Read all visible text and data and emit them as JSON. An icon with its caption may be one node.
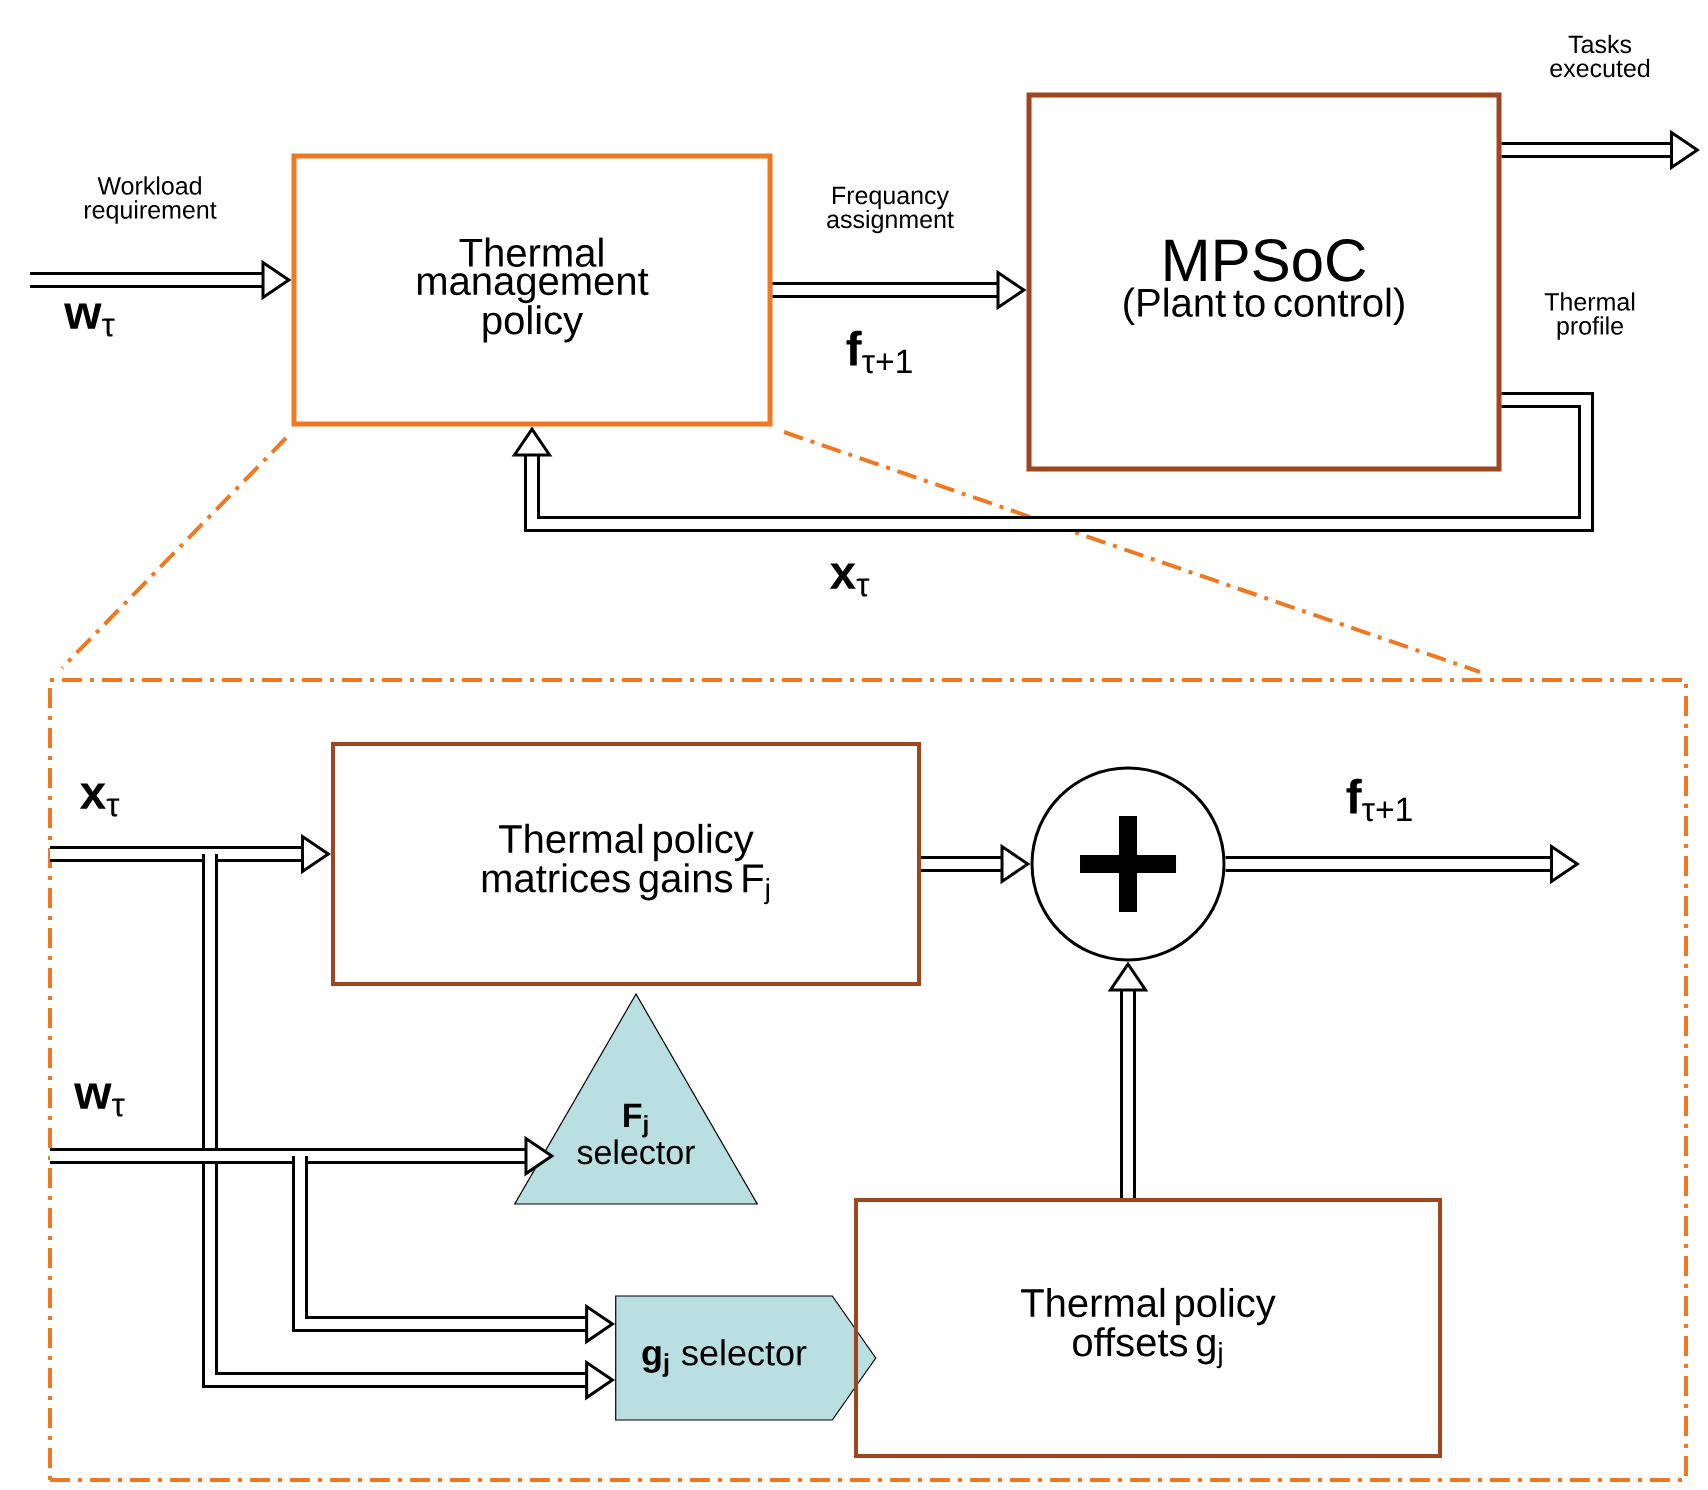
{
  "diagram": {
    "nodes": [
      {
        "text": [
          "Thermal management policy"
        ]
      },
      {
        "text": [
          "MPSoC",
          "(Plant to control)"
        ],
        "beside": [
          "Thermal profile"
        ]
      },
      {
        "text": [],
        "shape": "box"
      },
      {
        "text": [
          "Thermal policy matrices gains F$_{j}$"
        ],
        "in": 2
      },
      {
        "text": [],
        "shape": "circle",
        "in": 2
      },
      {
        "text": [
          "**F$_{j}$** selector"
        ],
        "in": 2
      },
      {
        "text": [
          "**g$_{j}$** selector"
        ],
        "in": 2
      },
      {
        "text": [
          "Thermal policy offsets g$_{j}$"
        ],
        "in": 2
      }
    ],
    "edges": [
      {
        "from": null,
        "to": 0,
        "arrow": "to",
        "label": "Workload requirement"
      },
      {
        "from": 0,
        "to": 1,
        "arrow": "to",
        "label": "Frequancy assignment"
      },
      {
        "from": 1,
        "to": null,
        "arrow": "to",
        "label": "Tasks executed"
      },
      {
        "from": 1,
        "to": 0,
        "arrow": "to",
        "label": "**x**$_{τ}$"
      },
      {
        "from": null,
        "to": 3,
        "arrow": "to",
        "label": "**x**$_{τ}$"
      },
      {
        "from": null,
        "to": 6,
        "arrow": "to"
      },
      {
        "from": null,
        "to": 5,
        "arrow": "to",
        "label": "**w**$_{τ}$"
      },
      {
        "from": null,
        "to": 6,
        "arrow": "to"
      },
      {
        "from": 3,
        "to": 4,
        "arrow": "to"
      },
      {
        "from": 4,
        "to": null,
        "arrow": "to",
        "label": "**f**$_{τ+1}$"
      },
      {
        "from": 7,
        "to": 4,
        "arrow": "to"
      }
    ],
    "labels": [
      "**w**$_{τ}$",
      "**f**$_{τ+1}$"
    ]
  }
}
